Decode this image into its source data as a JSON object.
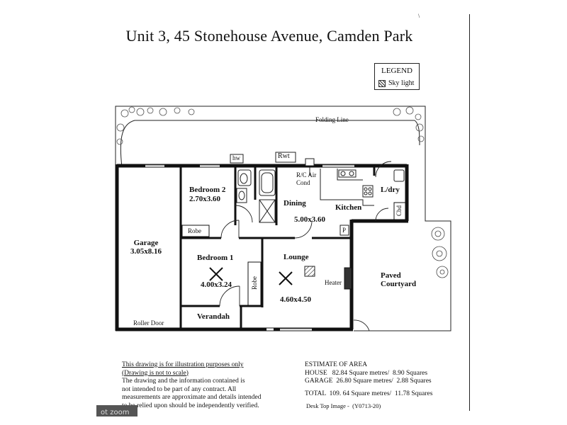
{
  "title": "Unit 3, 45 Stonehouse Avenue, Camden Park",
  "legend": {
    "heading": "LEGEND",
    "item": "Sky light"
  },
  "labels": {
    "folding_line": "Folding Line",
    "hw": "hw",
    "rwt": "Rwt",
    "rc_air": "R/C Air",
    "cond": "Cond",
    "bedroom2": "Bedroom 2",
    "bedroom2_size": "2.70x3.60",
    "robe": "Robe",
    "dining": "Dining",
    "kitchen": "Kitchen",
    "dining_size": "5.00x3.60",
    "ldry": "L/dry",
    "cbd": "Cbd",
    "p": "P",
    "garage": "Garage",
    "garage_size": "3.05x8.16",
    "bedroom1": "Bedroom 1",
    "bedroom1_size": "4.00x3.24",
    "robe_vertical": "Robe",
    "lounge": "Lounge",
    "lounge_size": "4.60x4.50",
    "heater": "Heater",
    "paved": "Paved",
    "courtyard": "Courtyard",
    "verandah": "Verandah",
    "roller_door": "Roller Door"
  },
  "disclaimer": {
    "line1": "This drawing is for illustration purposes only",
    "line2": "(Drawing is not to scale)",
    "line3": "The drawing and the information contained is",
    "line4": "not intended to be part of any contract.  All",
    "line5": "measurements are approximate and details intended",
    "line6": "to be relied upon should be independently verified."
  },
  "area": {
    "heading": "ESTIMATE OF AREA",
    "house": "HOUSE   82.84 Square metres/  8.90 Squares",
    "garage": "GARAGE  26.80 Square metres/  2.88 Squares",
    "total": "TOTAL  109. 64 Square metres/  11.78 Squares"
  },
  "reference": "Desk Top Image -  (Y0713-20)",
  "corner_mark": "\\",
  "watermark": "ot zoom"
}
